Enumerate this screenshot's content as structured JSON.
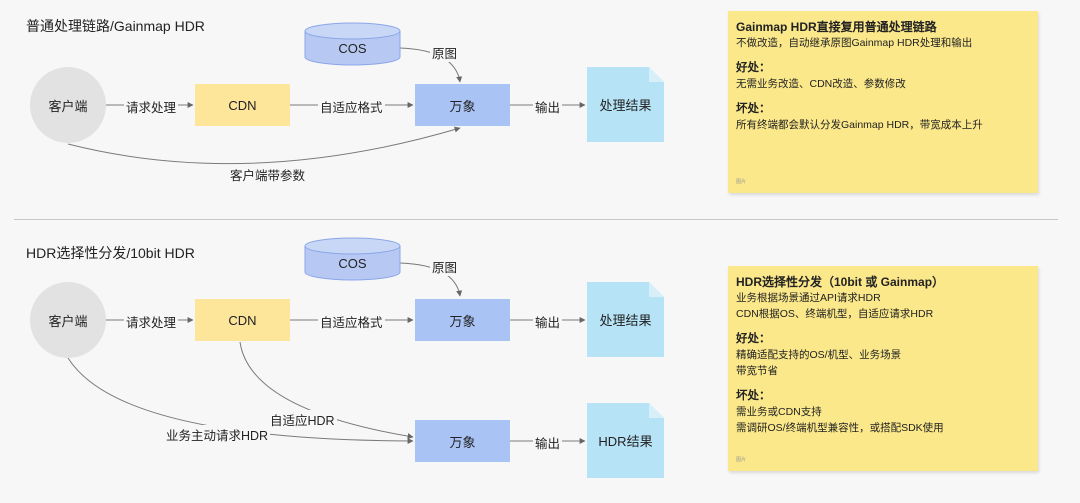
{
  "section1": {
    "title": "普通处理链路/Gainmap HDR",
    "client": "客户端",
    "request": "请求处理",
    "cdn": "CDN",
    "adaptive": "自适应格式",
    "cos": "COS",
    "original": "原图",
    "wanxiang": "万象",
    "output": "输出",
    "result": "处理结果",
    "client_params": "客户端带参数",
    "note": {
      "heading": "Gainmap HDR直接复用普通处理链路",
      "line1": "不做改造，自动继承原图Gainmap HDR处理和输出",
      "pros_title": "好处：",
      "pros1": "无需业务改造、CDN改造、参数修改",
      "cons_title": "坏处：",
      "cons1": "所有终端都会默认分发Gainmap HDR，带宽成本上升",
      "tag": "图片"
    }
  },
  "section2": {
    "title": "HDR选择性分发/10bit HDR",
    "client": "客户端",
    "request": "请求处理",
    "cdn": "CDN",
    "adaptive": "自适应格式",
    "cos": "COS",
    "original": "原图",
    "wanxiang": "万象",
    "output": "输出",
    "result": "处理结果",
    "adaptive_hdr": "自适应HDR",
    "active_hdr": "业务主动请求HDR",
    "wanxiang2": "万象",
    "output2": "输出",
    "hdr_result": "HDR结果",
    "note": {
      "heading": "HDR选择性分发（10bit 或 Gainmap）",
      "line1": "业务根据场景通过API请求HDR",
      "line2": "CDN根据OS、终端机型，自适应请求HDR",
      "pros_title": "好处：",
      "pros1": "精确适配支持的OS/机型、业务场景",
      "pros2": "带宽节省",
      "cons_title": "坏处：",
      "cons1": "需业务或CDN支持",
      "cons2": "需调研OS/终端机型兼容性，或搭配SDK使用",
      "tag": "图片"
    }
  },
  "colors": {
    "background": "#f7f7f7",
    "client": "#e2e2e2",
    "cdn": "#fde59a",
    "wanxiang": "#a9c3f5",
    "result_doc": "#b7e3f6",
    "cos": "#b7c9f3",
    "note": "#fbe88b",
    "line": "#7a7a7a"
  }
}
